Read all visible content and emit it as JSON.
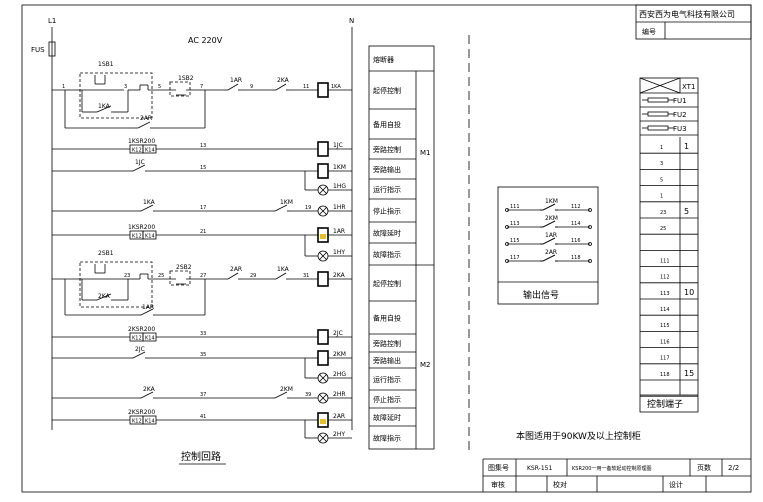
{
  "title_block": {
    "company": "西安西为电气科技有限公司",
    "number_label": "编号",
    "drawing_no_label": "图集号",
    "drawing_no": "KSR-151",
    "drawing_name": "KSR200一用一备软起动控制原理图",
    "page_label": "页数",
    "page_value": "2/2",
    "review_label": "审核",
    "check_label": "校对",
    "design_label": "设计"
  },
  "circuit": {
    "phase": "L1",
    "neutral": "N",
    "fuse": "FUS",
    "supply": "AC 220V",
    "caption": "控制回路"
  },
  "m1": {
    "group": "M1",
    "start_button": "1SB1",
    "stop_button": "1SB2",
    "aux_contact": "1KA",
    "ar_contact_top": "1AR",
    "ka2_contact": "2KA",
    "ar2_contact": "2AR",
    "relay_coil": "1KA",
    "ksr": "1KSR200",
    "bypass_coil": "1JC",
    "jc_contact": "1JC",
    "km_coil": "1KM",
    "run_lamp": "1HG",
    "ka_contact": "1KA",
    "km_contact": "1KM",
    "stop_lamp": "1HR",
    "ksr_fault": "1KSR200",
    "ar_coil": "1AR",
    "fault_lamp": "1HY",
    "terminals": [
      "1",
      "3",
      "5",
      "7",
      "9",
      "11",
      "13",
      "15",
      "17",
      "19",
      "21"
    ]
  },
  "m2": {
    "group": "M2",
    "start_button": "2SB1",
    "stop_button": "2SB2",
    "aux_contact": "2KA",
    "ar_contact_top": "2AR",
    "ka1_contact": "1KA",
    "ar1_contact": "1AR",
    "relay_coil": "2KA",
    "ksr": "2KSR200",
    "bypass_coil": "2JC",
    "jc_contact": "2JC",
    "km_coil": "2KM",
    "run_lamp": "2HG",
    "ka_contact": "2KA",
    "km_contact": "2KM",
    "stop_lamp": "2HR",
    "ksr_fault": "2KSR200",
    "ar_coil": "2AR",
    "fault_lamp": "2HY",
    "terminals": [
      "23",
      "25",
      "27",
      "29",
      "31",
      "33",
      "35",
      "37",
      "39",
      "41"
    ]
  },
  "ksr_pins": [
    "K12",
    "K14"
  ],
  "function_labels": {
    "fuse": "熔断器",
    "m1": [
      "起停控制",
      "备用自投",
      "旁路控制",
      "旁路输出",
      "运行指示",
      "停止指示",
      "故障延时",
      "故障指示"
    ],
    "m2": [
      "起停控制",
      "备用自投",
      "旁路控制",
      "旁路输出",
      "运行指示",
      "停止指示",
      "故障延时",
      "故障指示"
    ]
  },
  "output_signal": {
    "title": "输出信号",
    "rows": [
      {
        "left": "111",
        "label": "1KM",
        "right": "112"
      },
      {
        "left": "113",
        "label": "2KM",
        "right": "114"
      },
      {
        "left": "115",
        "label": "1AR",
        "right": "116"
      },
      {
        "left": "117",
        "label": "2AR",
        "right": "118"
      }
    ]
  },
  "terminal_block": {
    "header": "XT1",
    "fuses": [
      "FU1",
      "FU2",
      "FU3"
    ],
    "rows": [
      {
        "num": "1",
        "mark": "1"
      },
      {
        "num": "3",
        "mark": ""
      },
      {
        "num": "5",
        "mark": ""
      },
      {
        "num": "1",
        "mark": ""
      },
      {
        "num": "23",
        "mark": "5"
      },
      {
        "num": "25",
        "mark": ""
      },
      {
        "num": "",
        "mark": ""
      },
      {
        "num": "111",
        "mark": ""
      },
      {
        "num": "112",
        "mark": ""
      },
      {
        "num": "113",
        "mark": "10"
      },
      {
        "num": "114",
        "mark": ""
      },
      {
        "num": "115",
        "mark": ""
      },
      {
        "num": "116",
        "mark": ""
      },
      {
        "num": "117",
        "mark": ""
      },
      {
        "num": "118",
        "mark": "15"
      },
      {
        "num": "",
        "mark": ""
      },
      {
        "num": "",
        "mark": ""
      }
    ],
    "caption": "控制端子"
  },
  "note": "本图适用于90KW及以上控制柜"
}
